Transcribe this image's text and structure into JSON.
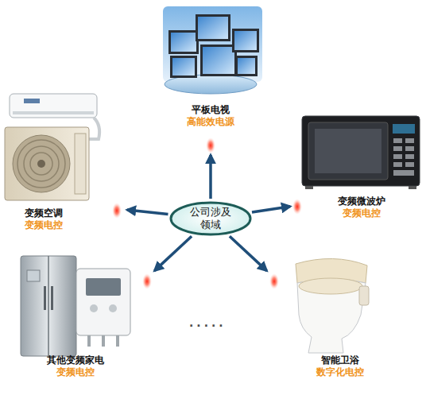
{
  "diagram": {
    "nodes": [
      {
        "text": [
          "平板电视",
          "高能效电源"
        ]
      },
      {
        "text": [
          "变频空调",
          "变频电控"
        ]
      },
      {
        "text": [
          "公司涉及 领域"
        ]
      },
      {
        "text": [
          "变频微波炉",
          "变频电控"
        ]
      },
      {
        "text": [
          "其他变频家电",
          "变频电控"
        ]
      },
      {
        "text": [
          "智能卫浴",
          "数字化电控"
        ]
      }
    ],
    "edges": [
      {
        "from": 2,
        "to": 0,
        "arrow": "to"
      },
      {
        "from": 2,
        "to": 1,
        "arrow": "to"
      },
      {
        "from": 2,
        "to": 3,
        "arrow": "to"
      },
      {
        "from": 2,
        "to": 4,
        "arrow": "to"
      },
      {
        "from": 2,
        "to": 5,
        "arrow": "to"
      }
    ],
    "labels": [
      "....."
    ]
  }
}
